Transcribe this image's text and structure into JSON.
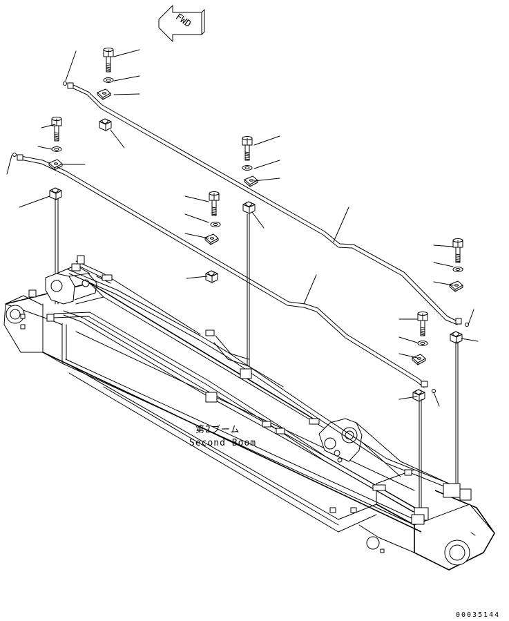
{
  "direction_arrow": {
    "text": "FWD"
  },
  "boom_label": {
    "japanese": "第2ブーム",
    "english": "Second Boom"
  },
  "drawing_number": "00035144"
}
